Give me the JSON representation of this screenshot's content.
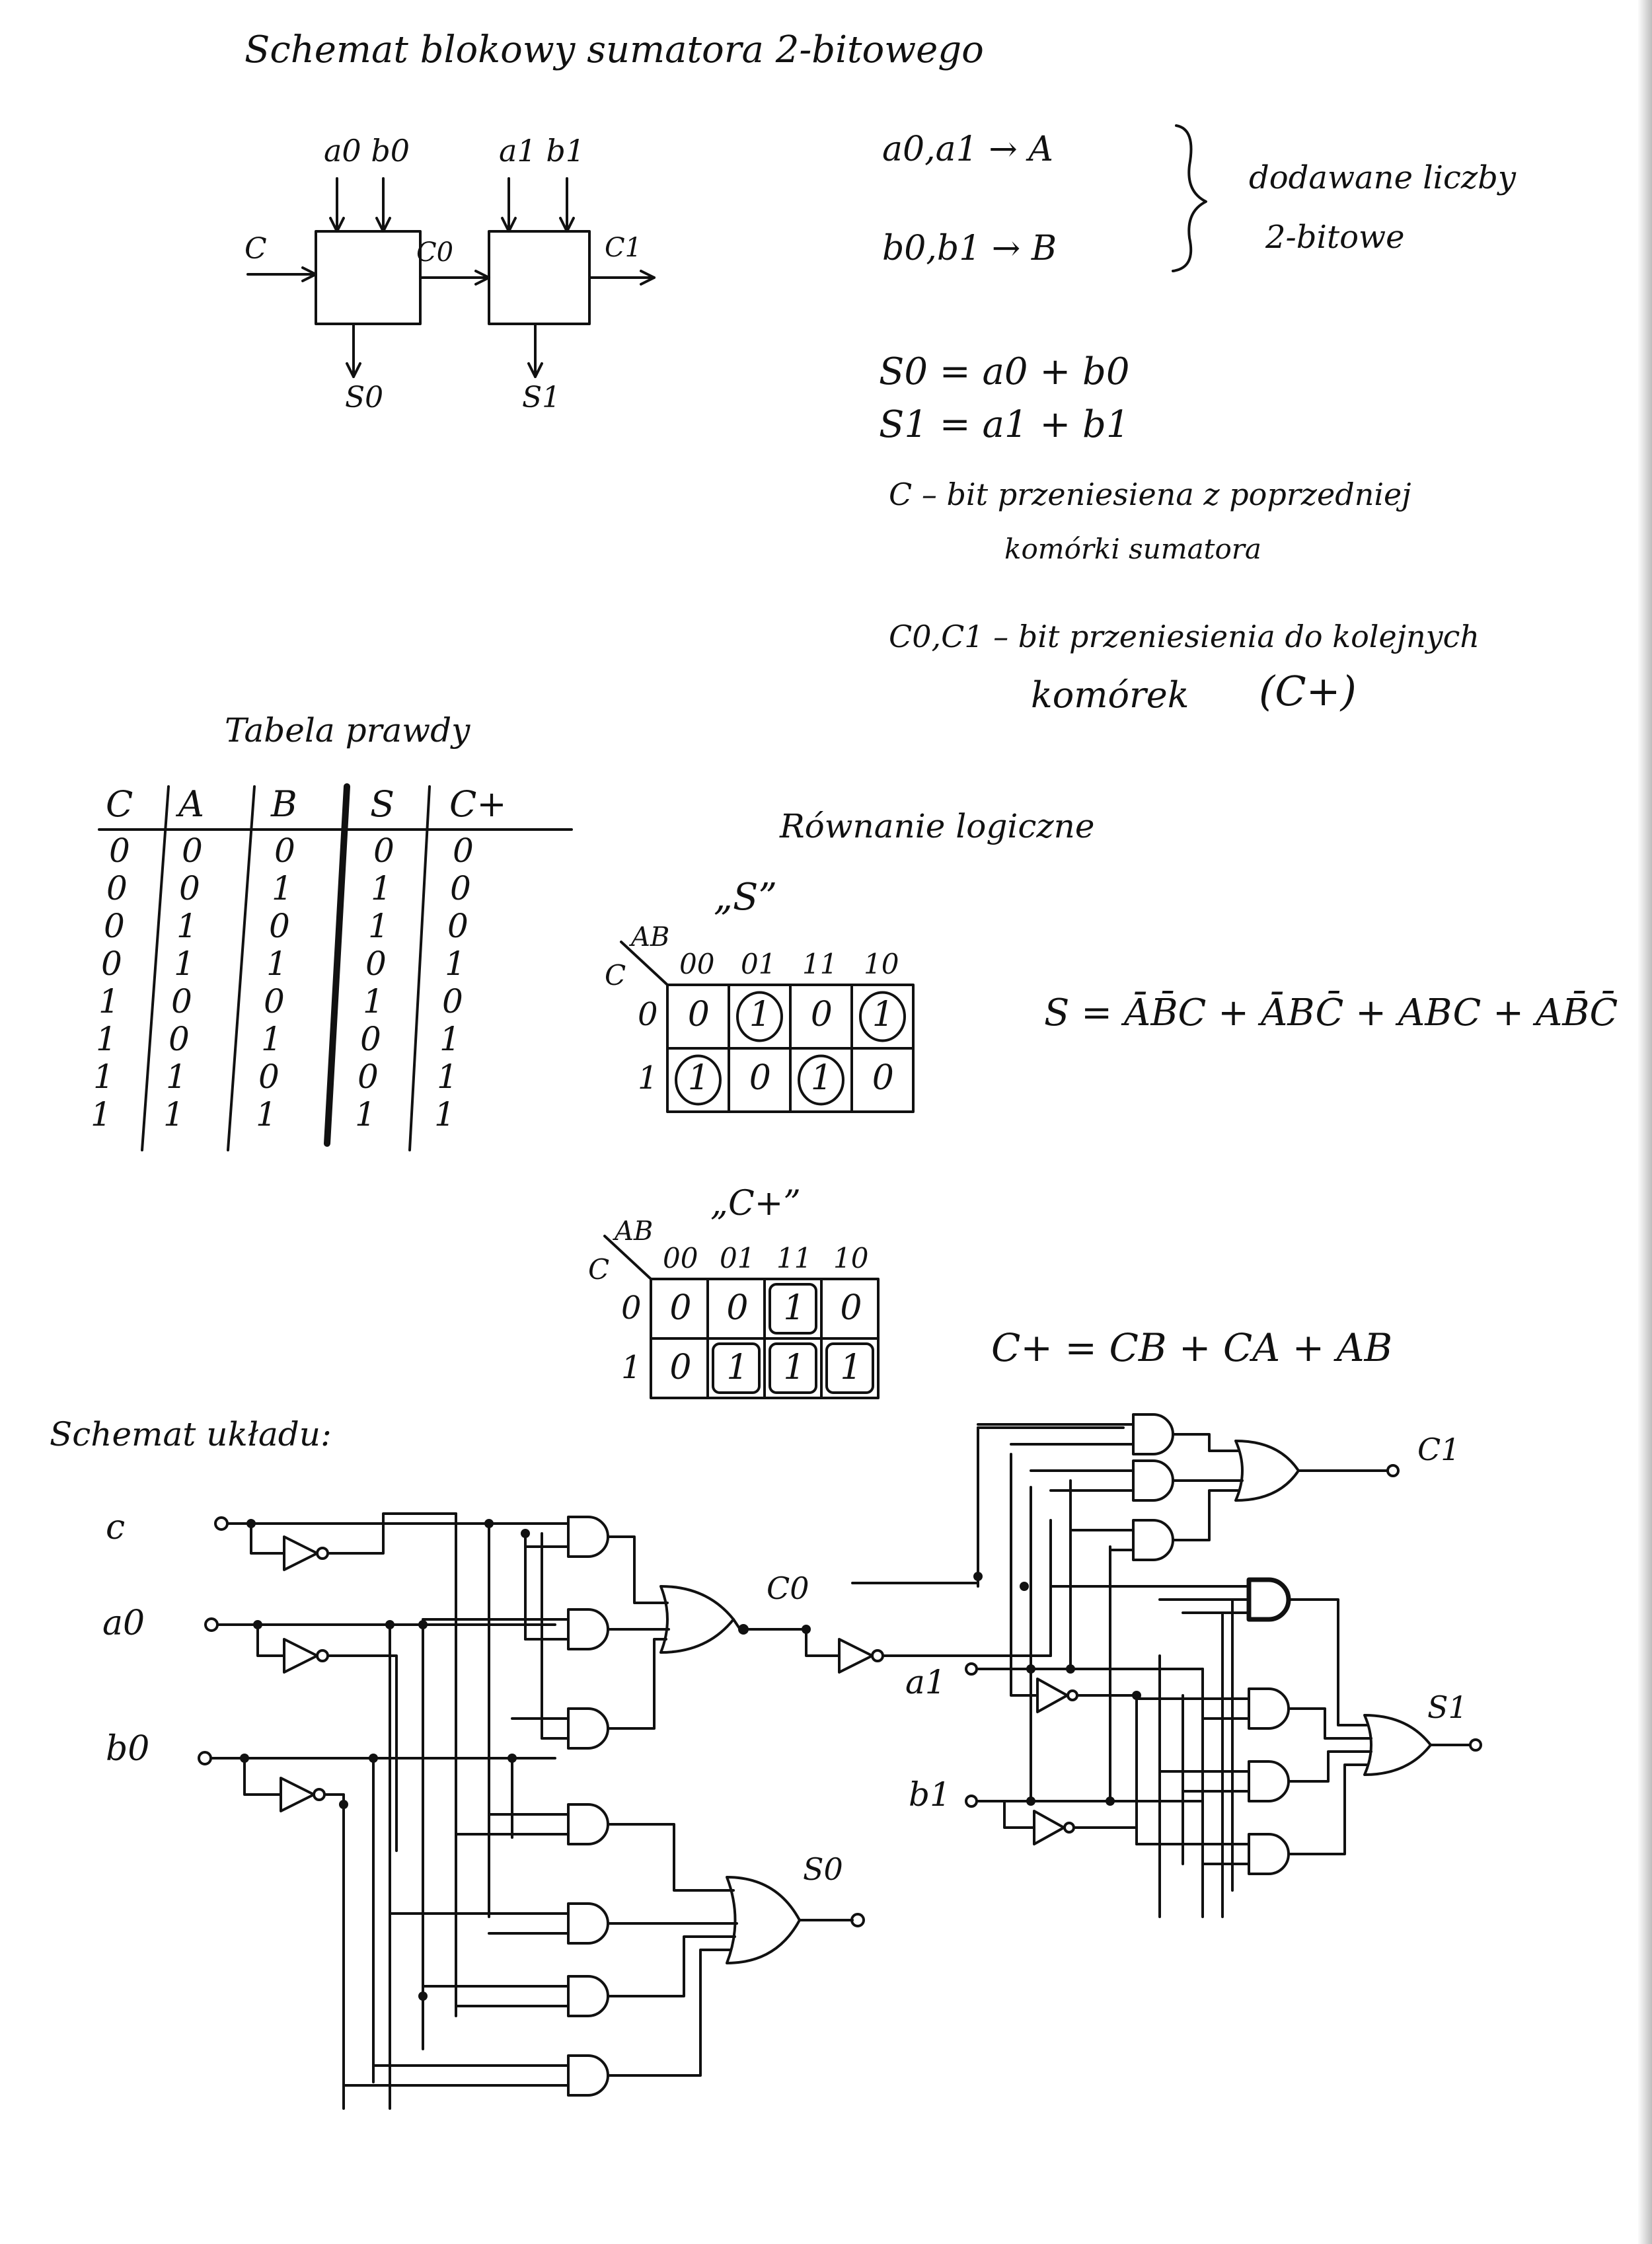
{
  "title": "Schemat blokowy sumatora 2-bitowego",
  "block_diagram": {
    "inputs_block0": "a0 b0",
    "inputs_block1": "a1 b1",
    "carry_in": "C",
    "carry_mid": "C0",
    "carry_out": "C1",
    "sum0": "S0",
    "sum1": "S1"
  },
  "notes": {
    "line1": "a0,a1 → A",
    "line2": "b0,b1 → B",
    "brace_label_1": "dodawane liczby",
    "brace_label_2": "2-bitowe",
    "s0_eq": "S0 = a0 + b0",
    "s1_eq": "S1 = a1 + b1",
    "c_def_1": "C – bit przeniesiena z poprzedniej",
    "c_def_2": "komórki sumatora",
    "c01_def_1": "C0,C1 – bit przeniesienia do kolejnych",
    "c01_def_2": "komórek",
    "c01_def_3": "(C+)"
  },
  "truth_table": {
    "caption": "Tabela prawdy",
    "headers": [
      "C",
      "A",
      "B",
      "S",
      "C+"
    ],
    "rows": [
      [
        "0",
        "0",
        "0",
        "0",
        "0"
      ],
      [
        "0",
        "0",
        "1",
        "1",
        "0"
      ],
      [
        "0",
        "1",
        "0",
        "1",
        "0"
      ],
      [
        "0",
        "1",
        "1",
        "0",
        "1"
      ],
      [
        "1",
        "0",
        "0",
        "1",
        "0"
      ],
      [
        "1",
        "0",
        "1",
        "0",
        "1"
      ],
      [
        "1",
        "1",
        "0",
        "0",
        "1"
      ],
      [
        "1",
        "1",
        "1",
        "1",
        "1"
      ]
    ]
  },
  "equations_title": "Równanie logiczne",
  "kmap_s": {
    "label": "„S”",
    "corner_ab": "AB",
    "corner_c": "C",
    "cols": [
      "00",
      "01",
      "11",
      "10"
    ],
    "rows": [
      "0",
      "1"
    ],
    "cells": [
      [
        "0",
        "1",
        "0",
        "1"
      ],
      [
        "1",
        "0",
        "1",
        "0"
      ]
    ]
  },
  "eq_s": "S = ĀB̄C + ĀBC̄ + ABC + AB̄C̄",
  "kmap_c": {
    "label": "„C+”",
    "corner_ab": "AB",
    "corner_c": "C",
    "cols": [
      "00",
      "01",
      "11",
      "10"
    ],
    "rows": [
      "0",
      "1"
    ],
    "cells": [
      [
        "0",
        "0",
        "1",
        "0"
      ],
      [
        "0",
        "1",
        "1",
        "1"
      ]
    ]
  },
  "eq_c": "C+ = CB + CA + AB",
  "circuit": {
    "caption": "Schemat układu:",
    "input_c": "c",
    "input_a0": "a0",
    "input_b0": "b0",
    "carry_label": "C0",
    "input_a1": "a1",
    "input_b1": "b1",
    "out_s0": "S0",
    "out_s1": "S1",
    "out_c1": "C1"
  }
}
